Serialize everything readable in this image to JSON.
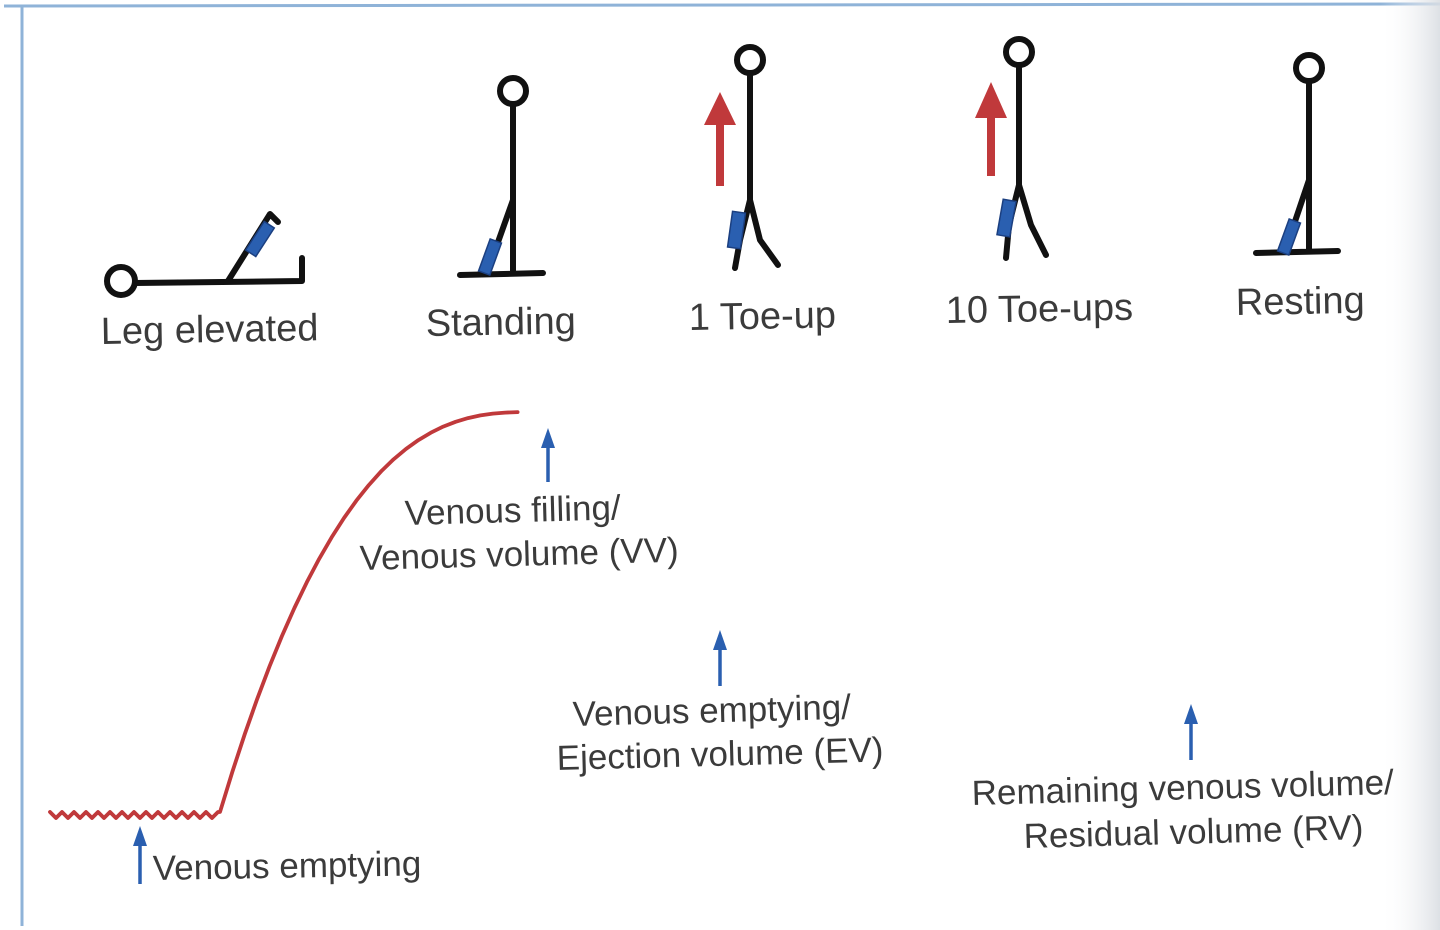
{
  "positions": [
    {
      "id": "leg-elevated",
      "label": "Leg elevated"
    },
    {
      "id": "standing",
      "label": "Standing"
    },
    {
      "id": "one-toe-up",
      "label": "1 Toe-up"
    },
    {
      "id": "ten-toe-ups",
      "label": "10 Toe-ups"
    },
    {
      "id": "resting",
      "label": "Resting"
    }
  ],
  "annotations": {
    "venous_emptying_baseline": {
      "line1": "Venous emptying"
    },
    "venous_filling": {
      "line1": "Venous filling/",
      "line2": "Venous volume (VV)"
    },
    "ejection": {
      "line1": "Venous emptying/",
      "line2": "Ejection volume (EV)"
    },
    "residual": {
      "line1": "Remaining venous volume/",
      "line2": "Residual volume (RV)"
    }
  },
  "colors": {
    "curve": "#c0393b",
    "marker_arrows": "#2a5fb0",
    "probe": "#2a5fb0",
    "toe_up_arrows": "#c0393b",
    "stick_figures": "#111111",
    "labels": "#3b3b3b",
    "frame": "#8fb3d8"
  }
}
